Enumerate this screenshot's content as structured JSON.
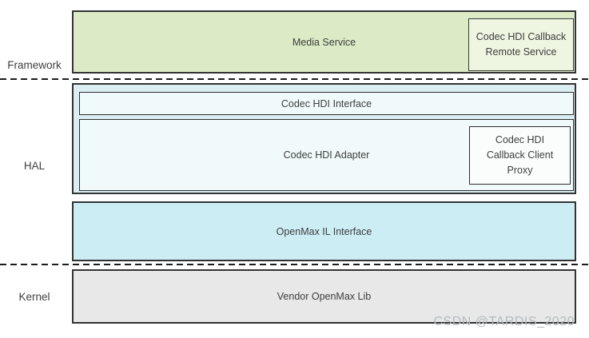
{
  "layers": [
    {
      "id": "framework",
      "label": "Framework"
    },
    {
      "id": "hal",
      "label": "HAL"
    },
    {
      "id": "kernel",
      "label": "Kernel"
    }
  ],
  "boxes": {
    "media_service": {
      "label": "Media Service"
    },
    "remote_service": {
      "label": "Codec HDI Callback Remote Service"
    },
    "hdi_interface": {
      "label": "Codec HDI Interface"
    },
    "hdi_adapter": {
      "label": "Codec HDI Adapter"
    },
    "client_proxy": {
      "label": "Codec HDI Callback Client Proxy"
    },
    "openmax_il": {
      "label": "OpenMax IL Interface"
    },
    "vendor_openmax": {
      "label": "Vendor OpenMax Lib"
    }
  },
  "watermark": "CSDN @TARDIS_2020",
  "colors": {
    "media_service_fill": "#dcebc6",
    "remote_service_fill": "#eef5e1",
    "hal_group_fill": "#daeef4",
    "hal_inner_fill": "#f1fafa",
    "client_proxy_fill": "#fbfdfd",
    "openmax_il_fill": "#cdedf5",
    "vendor_openmax_fill": "#e8e8e8",
    "border_dark": "#333333",
    "text": "#3d3d3d",
    "watermark": "#b4babd"
  }
}
